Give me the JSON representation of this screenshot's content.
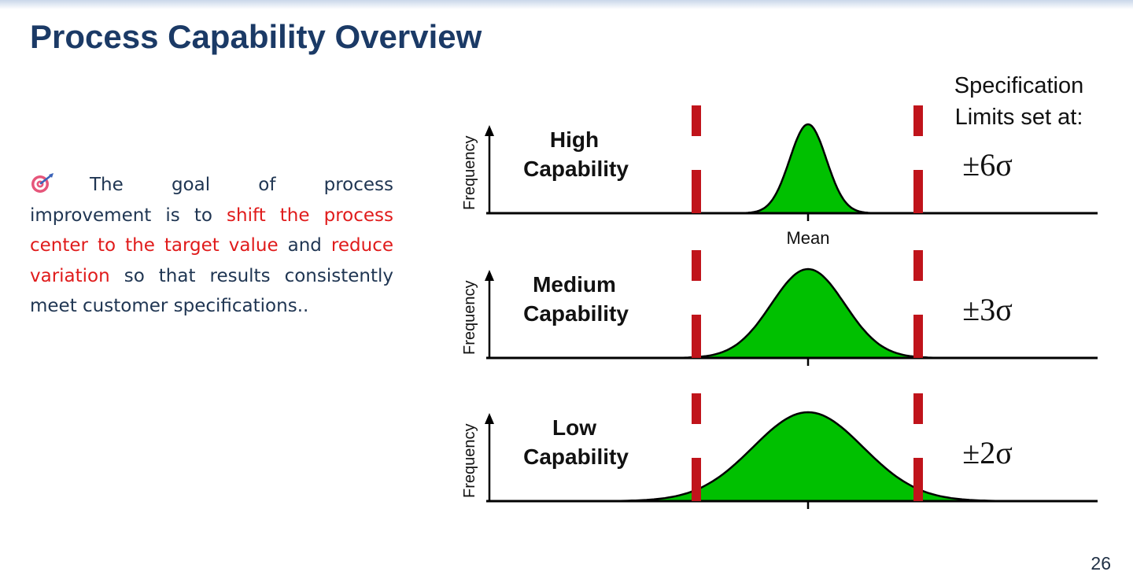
{
  "slide": {
    "title": "Process Capability Overview",
    "page_number": "26"
  },
  "body": {
    "segments": [
      {
        "text": "The goal of process improvement is to ",
        "highlight": false
      },
      {
        "text": "shift the process center to the target value",
        "highlight": true
      },
      {
        "text": " and ",
        "highlight": false
      },
      {
        "text": "reduce variation",
        "highlight": true
      },
      {
        "text": " so that results consistently meet customer specifications..",
        "highlight": false
      }
    ],
    "icon": "target-icon"
  },
  "diagram": {
    "spec_header_line1": "Specification",
    "spec_header_line2": "Limits set at:",
    "y_axis_label": "Frequency",
    "mean_label": "Mean",
    "panels": [
      {
        "label_line1": "High",
        "label_line2": "Capability",
        "limits": "±6σ",
        "sigma_multiple": 6
      },
      {
        "label_line1": "Medium",
        "label_line2": "Capability",
        "limits": "±3σ",
        "sigma_multiple": 3
      },
      {
        "label_line1": "Low",
        "label_line2": "Capability",
        "limits": "±2σ",
        "sigma_multiple": 2
      }
    ]
  },
  "colors": {
    "title": "#1b3a66",
    "highlight": "#e01b1b",
    "curve_fill": "#00c000",
    "spec_limit": "#c0141b",
    "axis": "#000000"
  }
}
